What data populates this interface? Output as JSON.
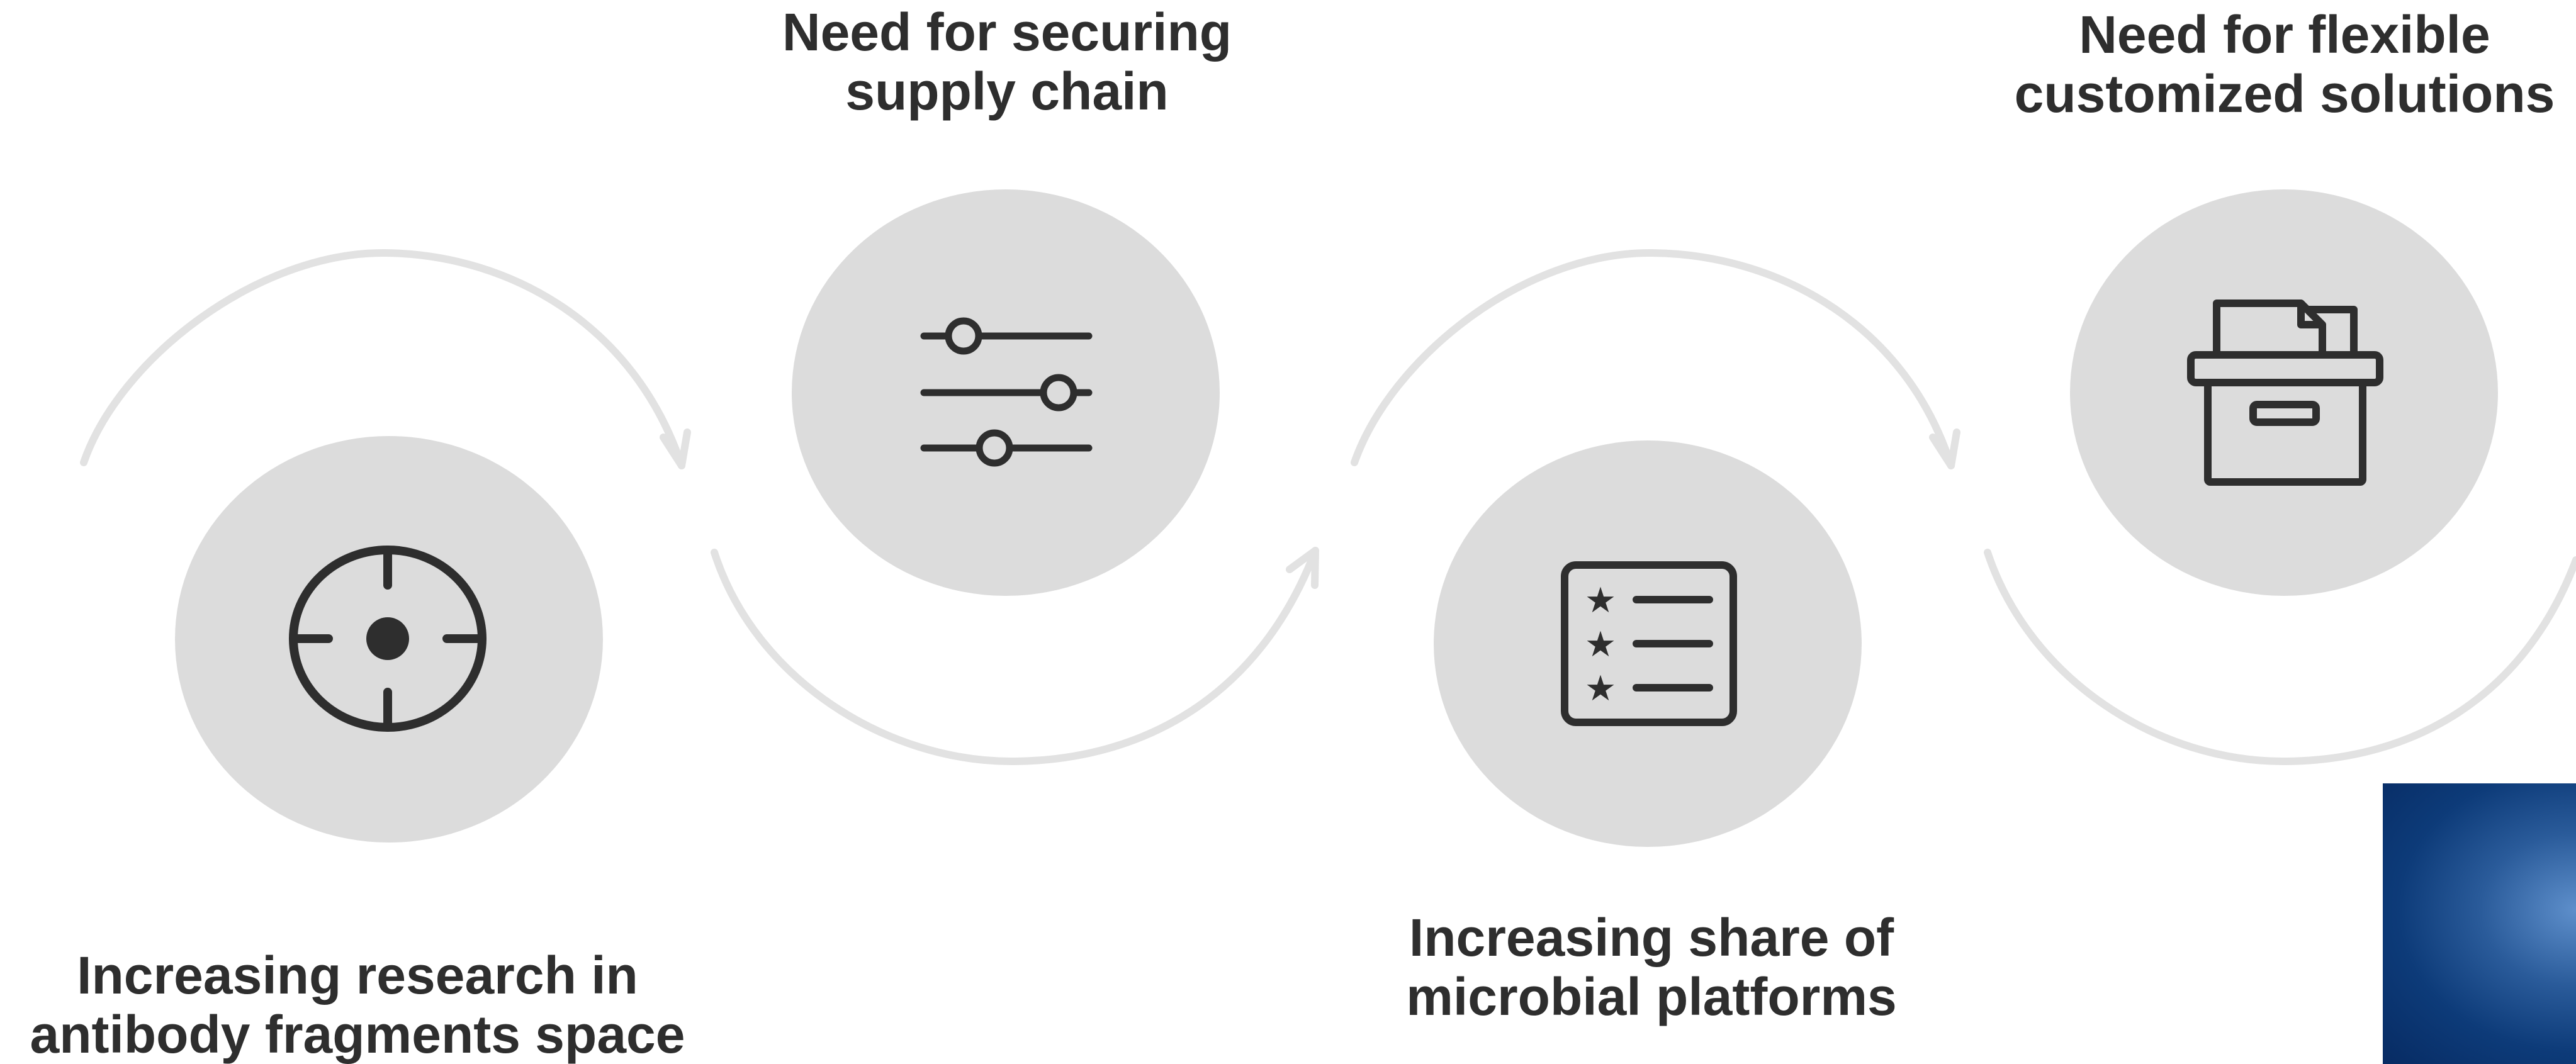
{
  "colors": {
    "circle_fill": "#dcdcdc",
    "arrow_stroke": "#e2e2e2",
    "icon_stroke": "#2e2e2e",
    "text": "#2e2e2e",
    "corner_accent": "#0d3b79"
  },
  "steps": [
    {
      "icon": "crosshair-target-icon",
      "lines": [
        "Increasing research in",
        "antibody fragments space"
      ]
    },
    {
      "icon": "sliders-icon",
      "lines": [
        "Need for securing",
        "supply chain"
      ]
    },
    {
      "icon": "starred-list-icon",
      "lines": [
        "Increasing share of",
        "microbial platforms"
      ]
    },
    {
      "icon": "archive-box-icon",
      "lines": [
        "Need for flexible",
        "customized solutions"
      ]
    }
  ]
}
